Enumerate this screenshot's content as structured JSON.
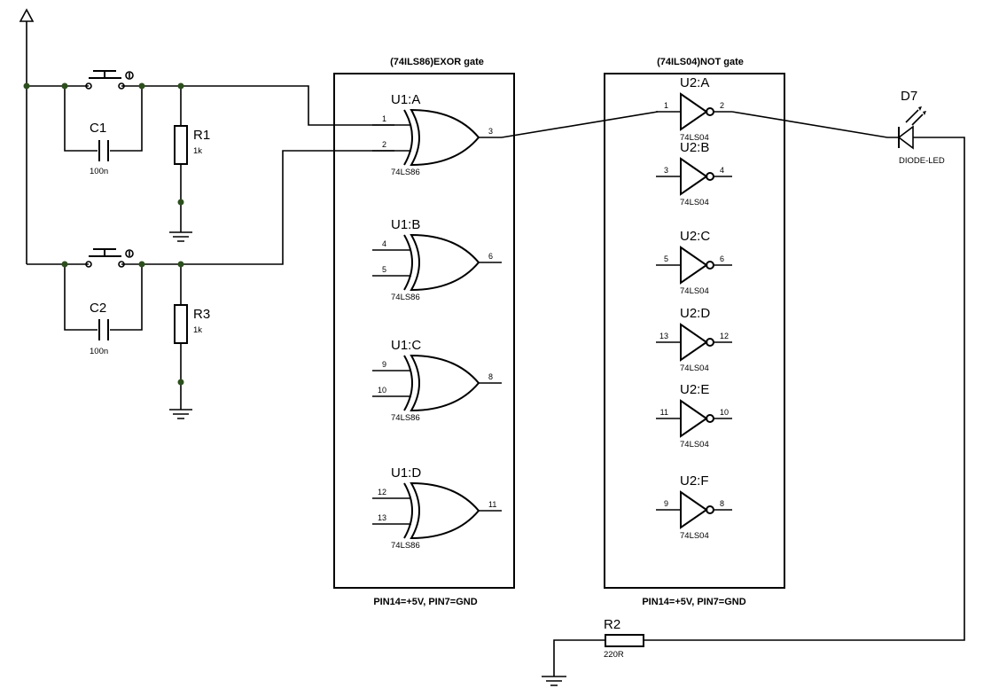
{
  "ic1": {
    "title": "(74ILS86)EXOR gate",
    "note": "PIN14=+5V, PIN7=GND"
  },
  "ic2": {
    "title": "(74ILS04)NOT gate",
    "note": "PIN14=+5V, PIN7=GND"
  },
  "xor_gates": [
    {
      "ref": "U1:A",
      "part": "74LS86",
      "in1": "1",
      "in2": "2",
      "out": "3"
    },
    {
      "ref": "U1:B",
      "part": "74LS86",
      "in1": "4",
      "in2": "5",
      "out": "6"
    },
    {
      "ref": "U1:C",
      "part": "74LS86",
      "in1": "9",
      "in2": "10",
      "out": "8"
    },
    {
      "ref": "U1:D",
      "part": "74LS86",
      "in1": "12",
      "in2": "13",
      "out": "11"
    }
  ],
  "not_gates": [
    {
      "ref": "U2:A",
      "part": "74LS04",
      "in": "1",
      "out": "2"
    },
    {
      "ref": "U2:B",
      "part": "74LS04",
      "in": "3",
      "out": "4"
    },
    {
      "ref": "U2:C",
      "part": "74LS04",
      "in": "5",
      "out": "6"
    },
    {
      "ref": "U2:D",
      "part": "74LS04",
      "in": "13",
      "out": "12"
    },
    {
      "ref": "U2:E",
      "part": "74LS04",
      "in": "11",
      "out": "10"
    },
    {
      "ref": "U2:F",
      "part": "74LS04",
      "in": "9",
      "out": "8"
    }
  ],
  "components": {
    "C1": {
      "ref": "C1",
      "value": "100n"
    },
    "C2": {
      "ref": "C2",
      "value": "100n"
    },
    "R1": {
      "ref": "R1",
      "value": "1k"
    },
    "R3": {
      "ref": "R3",
      "value": "1k"
    },
    "R2": {
      "ref": "R2",
      "value": "220R"
    },
    "D7": {
      "ref": "D7",
      "value": "DIODE-LED"
    }
  }
}
